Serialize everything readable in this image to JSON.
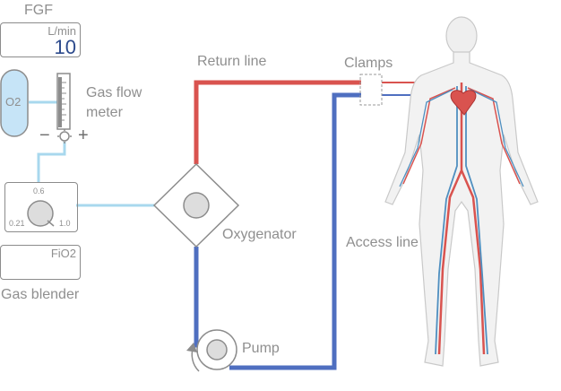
{
  "fgf": {
    "title": "FGF",
    "unit": "L/min",
    "value": "10"
  },
  "o2_label": "O2",
  "flowmeter": {
    "label": "Gas flow meter",
    "minus": "−",
    "plus": "+"
  },
  "blender": {
    "scale_top": "0.6",
    "scale_left": "0.21",
    "scale_right": "1.0",
    "fio2_label": "FiO2",
    "label": "Gas blender"
  },
  "oxygenator_label": "Oxygenator",
  "pump_label": "Pump",
  "return_line_label": "Return line",
  "access_line_label": "Access line",
  "clamps_label": "Clamps",
  "colors": {
    "return": "#d9534f",
    "access": "#4f6fc0",
    "gas": "#a8d8ee",
    "outline": "#8c8c8c"
  }
}
